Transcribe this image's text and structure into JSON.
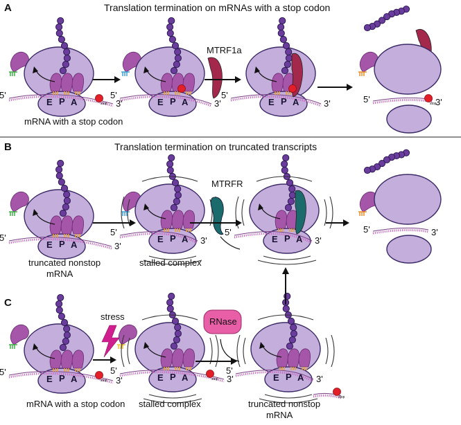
{
  "panels": {
    "A": {
      "letter": "A",
      "title": "Translation termination on mRNAs with a stop codon"
    },
    "B": {
      "letter": "B",
      "title": "Translation termination on truncated transcripts"
    },
    "C": {
      "letter": "C"
    }
  },
  "labels": {
    "five_prime": "5'",
    "three_prime": "3'",
    "site_e": "E",
    "site_p": "P",
    "site_a": "A",
    "stop": "stop",
    "mtrf1a": "MTRF1a",
    "mtrfr": "MTRFR",
    "stress": "stress",
    "rnase": "RNase"
  },
  "captions": {
    "a1": "mRNA with a stop codon",
    "b1_line1": "truncated nonstop",
    "b1_line2": "mRNA",
    "b2": "stalled complex",
    "c1": "mRNA with a stop codon",
    "c2": "stalled complex",
    "c3_line1": "truncated nonstop",
    "c3_line2": "mRNA"
  },
  "colors": {
    "ribosome": "#c3aedc",
    "outline": "#3b2a66",
    "peptide": "#6a3c9c",
    "trna": "#a656a8",
    "mrna": "#c86cc0",
    "stop": "#e3202a",
    "mtrf1a": "#a4284b",
    "mtrfr": "#1b6a6c",
    "rnase": "#e85fa8",
    "stress": "#d11e8f"
  }
}
